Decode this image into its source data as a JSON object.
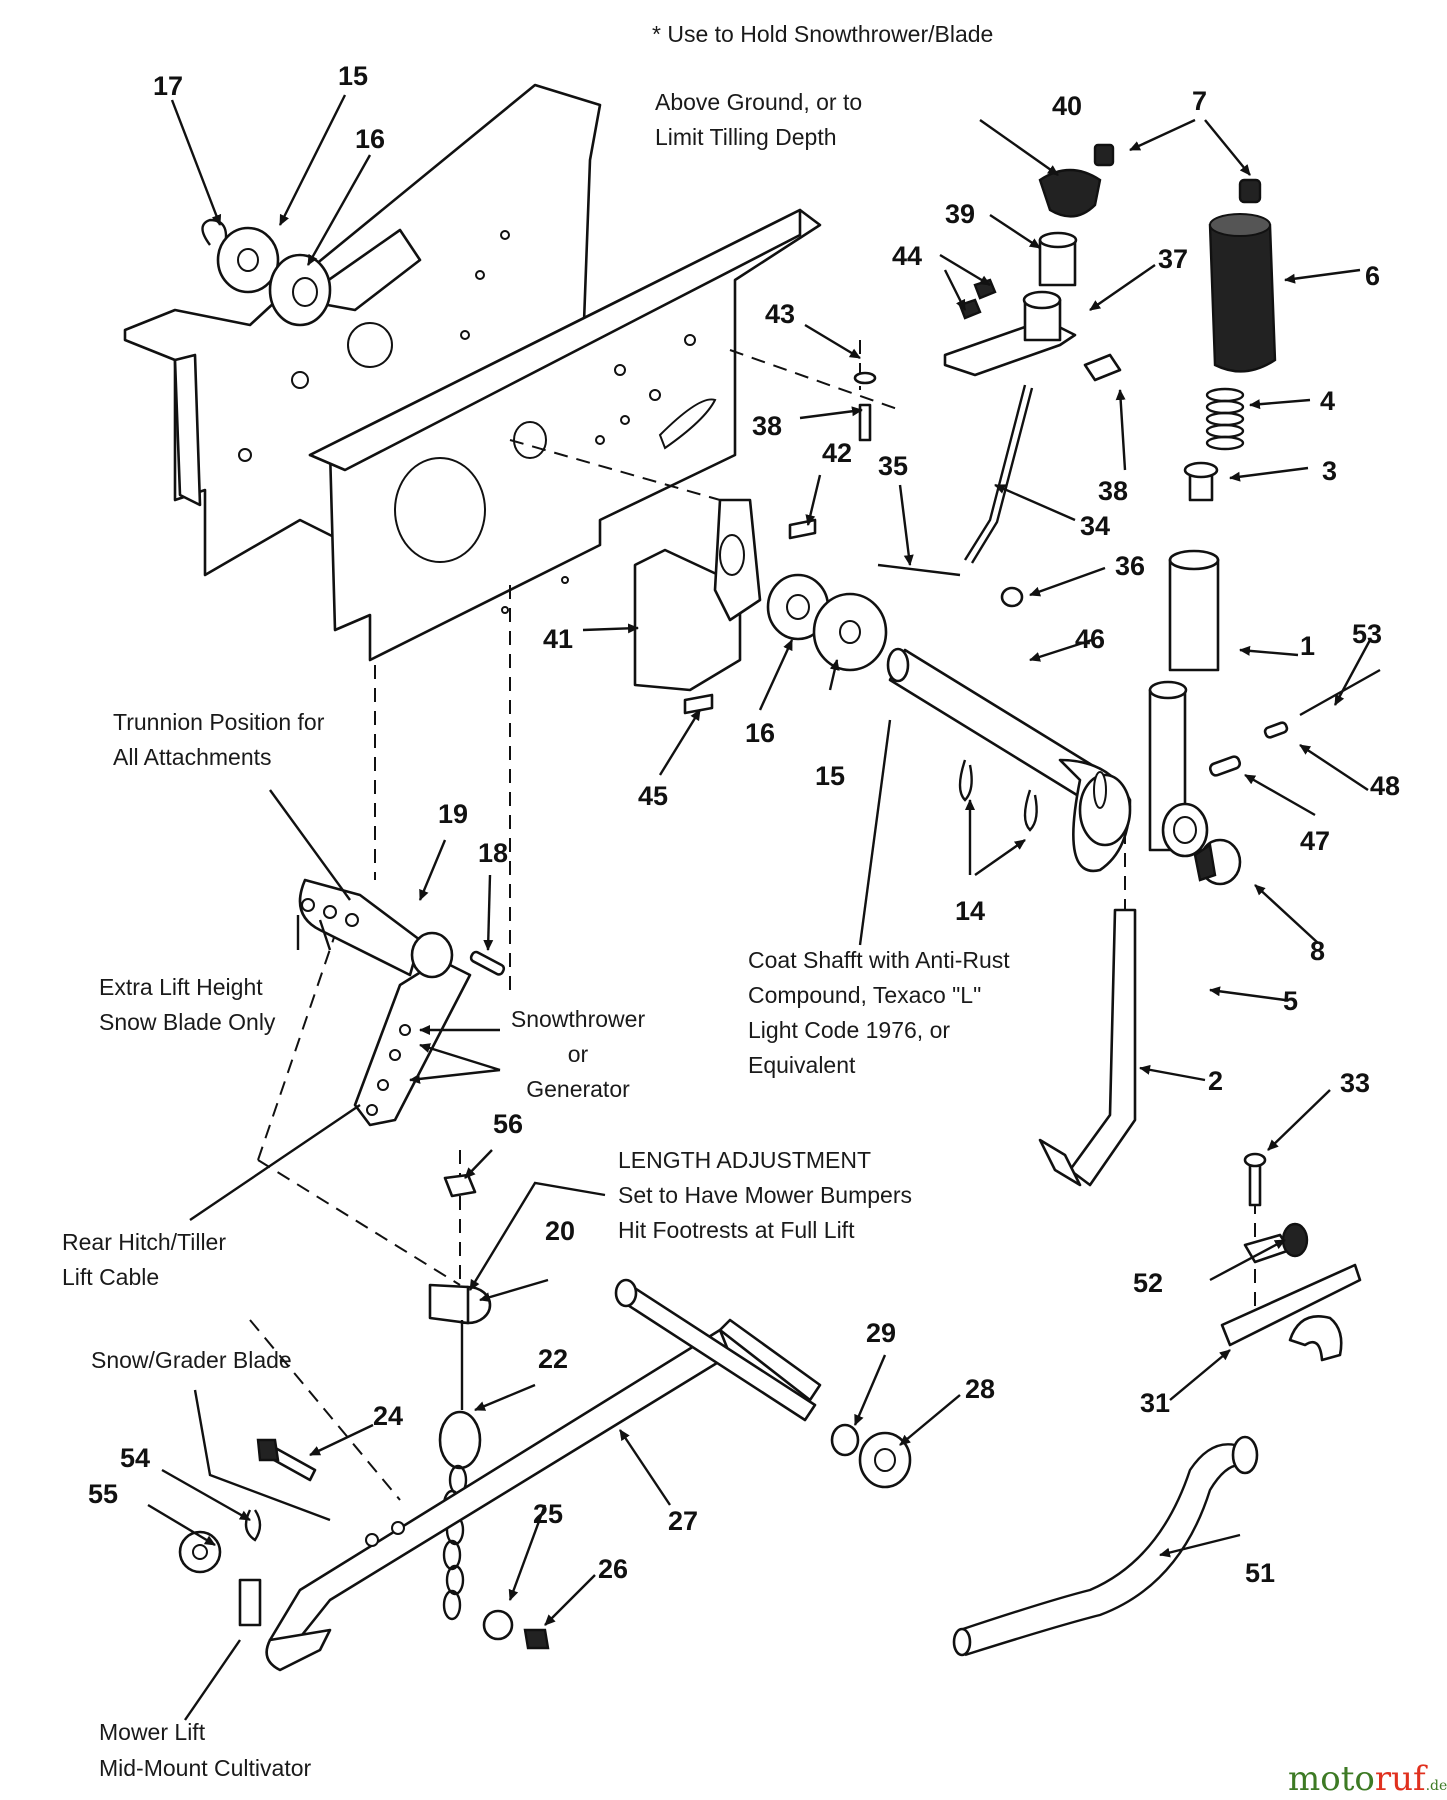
{
  "notes": {
    "hold_note_1": "* Use to Hold Snowthrower/Blade",
    "hold_note_2": "Above Ground, or to",
    "hold_note_3": "Limit Tilling Depth",
    "trunnion_1": "Trunnion Position for",
    "trunnion_2": "All Attachments",
    "extra_lift_1": "Extra Lift Height",
    "extra_lift_2": "Snow Blade Only",
    "snowthrower_1": "Snowthrower",
    "snowthrower_2": "or",
    "snowthrower_3": "Generator",
    "coat_1": "Coat Shafft with Anti-Rust",
    "coat_2": "Compound, Texaco \"L\"",
    "coat_3": "Light Code 1976, or",
    "coat_4": "Equivalent",
    "length_1": "LENGTH ADJUSTMENT",
    "length_2": "Set to Have Mower Bumpers",
    "length_3": "Hit Footrests at Full Lift",
    "rear_hitch_1": "Rear Hitch/Tiller",
    "rear_hitch_2": "Lift Cable",
    "snow_grader": "Snow/Grader Blade",
    "mower_lift_1": "Mower Lift",
    "mower_lift_2": "Mid-Mount Cultivator"
  },
  "callouts": {
    "n1": "1",
    "n2": "2",
    "n3": "3",
    "n4": "4",
    "n5": "5",
    "n6": "6",
    "n7": "7",
    "n8": "8",
    "n14": "14",
    "n15a": "15",
    "n15b": "15",
    "n16a": "16",
    "n16b": "16",
    "n17": "17",
    "n18": "18",
    "n19": "19",
    "n20": "20",
    "n22": "22",
    "n24": "24",
    "n25": "25",
    "n26": "26",
    "n27": "27",
    "n28": "28",
    "n29": "29",
    "n31": "31",
    "n33": "33",
    "n34": "34",
    "n35": "35",
    "n36": "36",
    "n37": "37",
    "n38a": "38",
    "n38b": "38",
    "n39": "39",
    "n40": "40",
    "n41": "41",
    "n42": "42",
    "n43": "43",
    "n44": "44",
    "n45": "45",
    "n46": "46",
    "n47": "47",
    "n48": "48",
    "n51": "51",
    "n52": "52",
    "n53": "53",
    "n54": "54",
    "n55": "55",
    "n56": "56"
  },
  "watermark": {
    "part1": "moto",
    "part2": "ruf",
    "suffix": ".de"
  }
}
